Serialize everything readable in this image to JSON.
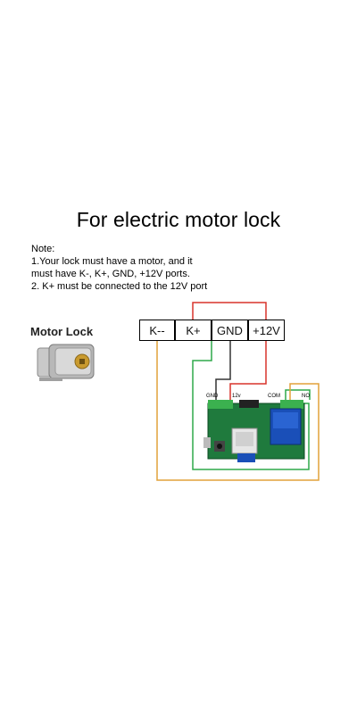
{
  "title": "For electric motor lock",
  "note": {
    "heading": "Note:",
    "line1": "1.Your lock must have a motor, and it",
    "line2": "must have K-, K+, GND, +12V ports.",
    "line3": "2. K+ must be connected to the 12V port"
  },
  "lock_label": "Motor Lock",
  "terminals": [
    "K--",
    "K+",
    "GND",
    "+12V"
  ],
  "board_labels": {
    "gnd": "GND",
    "v12": "12v",
    "com": "COM",
    "no": "NO"
  },
  "colors": {
    "red_wire": "#d8332b",
    "black_wire": "#333333",
    "green_wire": "#2ea84a",
    "orange_wire": "#e2a23a",
    "board": "#1f7a3d"
  }
}
